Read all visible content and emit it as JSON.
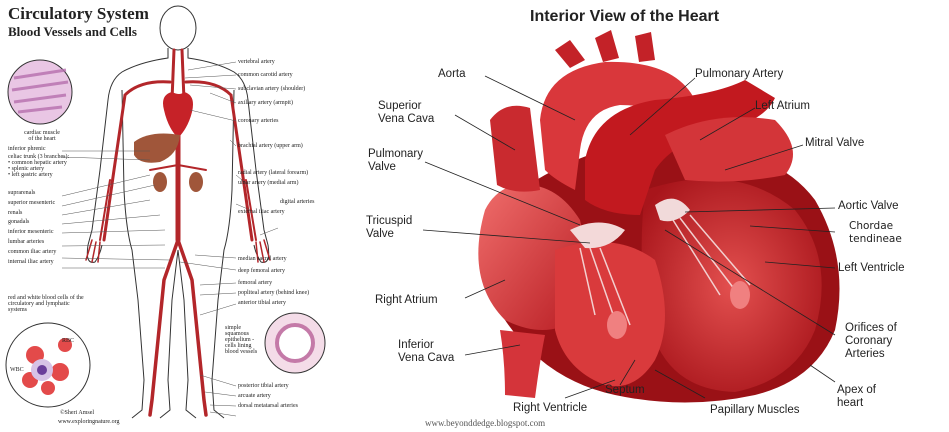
{
  "left_panel": {
    "title": "Circulatory System",
    "subtitle": "Blood Vessels and Cells",
    "inset_cardiac": "cardiac muscle of the heart",
    "inset_cells_caption": "red and white blood cells of the circulatory and lymphatic systems",
    "rbc_label": "RBC",
    "wbc_label": "WBC",
    "inset_squamous": "simple squamous epithelium - cells lining blood vessels",
    "credit_line1": "©Sheri Amsel",
    "credit_line2": "www.exploringnature.org",
    "labels_left": [
      "inferior phrenic",
      "celiac trunk (3 branches):",
      "• common hepatic artery",
      "• splenic artery",
      "• left gastric artery",
      "suprarenals",
      "superior mesenteric",
      "renals",
      "gonadals",
      "inferior mesenteric",
      "lumbar arteries",
      "common iliac artery",
      "internal iliac artery"
    ],
    "labels_right": [
      "vertebral artery",
      "common carotid artery",
      "subclavian artery (shoulder)",
      "axillary artery (armpit)",
      "coronary arteries",
      "brachial artery (upper arm)",
      "radial artery (lateral forearm)",
      "ulnar artery (medial arm)",
      "digital arteries",
      "external iliac artery",
      "median sacral artery",
      "deep femoral artery",
      "femoral artery",
      "popliteal artery (behind knee)",
      "anterior tibial artery",
      "posterior tibial artery",
      "arcuate artery",
      "dorsal metatarsal arteries"
    ]
  },
  "right_panel": {
    "title": "Interior View of the Heart",
    "labels": {
      "aorta": "Aorta",
      "superior_vena_cava": [
        "Superior",
        "Vena Cava"
      ],
      "pulmonary_valve": [
        "Pulmonary",
        "Valve"
      ],
      "tricuspid_valve": [
        "Tricuspid",
        "Valve"
      ],
      "right_atrium": "Right Atrium",
      "inferior_vena_cava": [
        "Inferior",
        "Vena Cava"
      ],
      "right_ventricle": "Right Ventricle",
      "septum": "Septum",
      "papillary_muscles": "Papillary Muscles",
      "apex": [
        "Apex of",
        "heart"
      ],
      "orifices": [
        "Orifices of",
        "Coronary",
        "Arteries"
      ],
      "left_ventricle": "Left Ventricle",
      "chordae": [
        "Chordae",
        "tendineae"
      ],
      "aortic_valve": "Aortic Valve",
      "mitral_valve": "Mitral Valve",
      "left_atrium": "Left Atrium",
      "pulmonary_artery": "Pulmonary Artery"
    },
    "credit": "www.beyonddedge.blogspot.com"
  }
}
